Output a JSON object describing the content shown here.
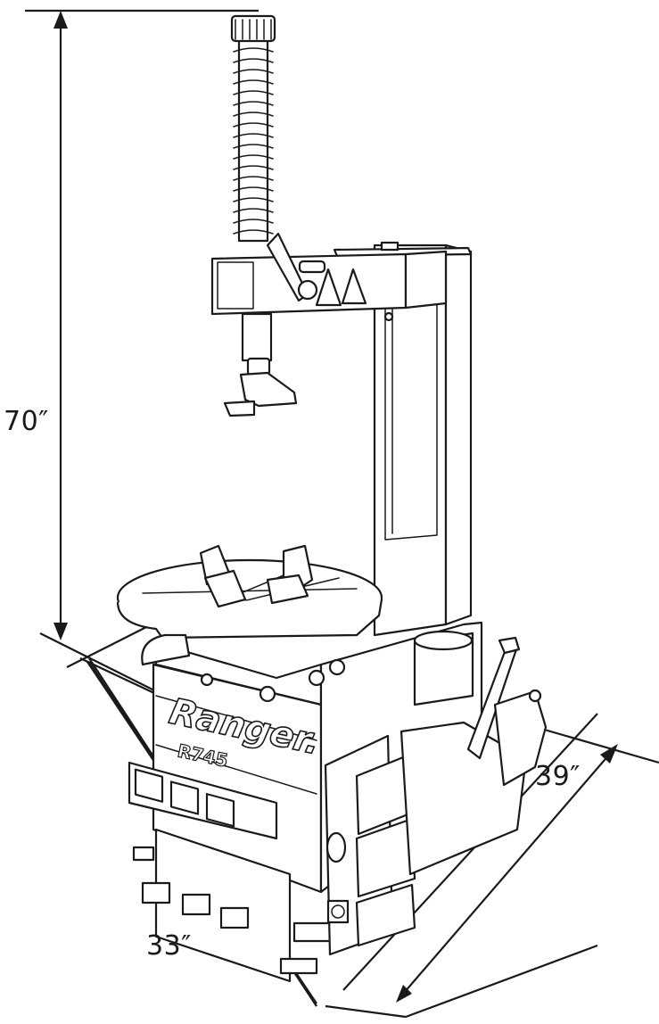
{
  "dimensions": {
    "height_label": "70″",
    "width_label": "33″",
    "depth_label": "39″"
  },
  "branding": {
    "logo_text": "Ranger.",
    "model_text": "R745"
  }
}
